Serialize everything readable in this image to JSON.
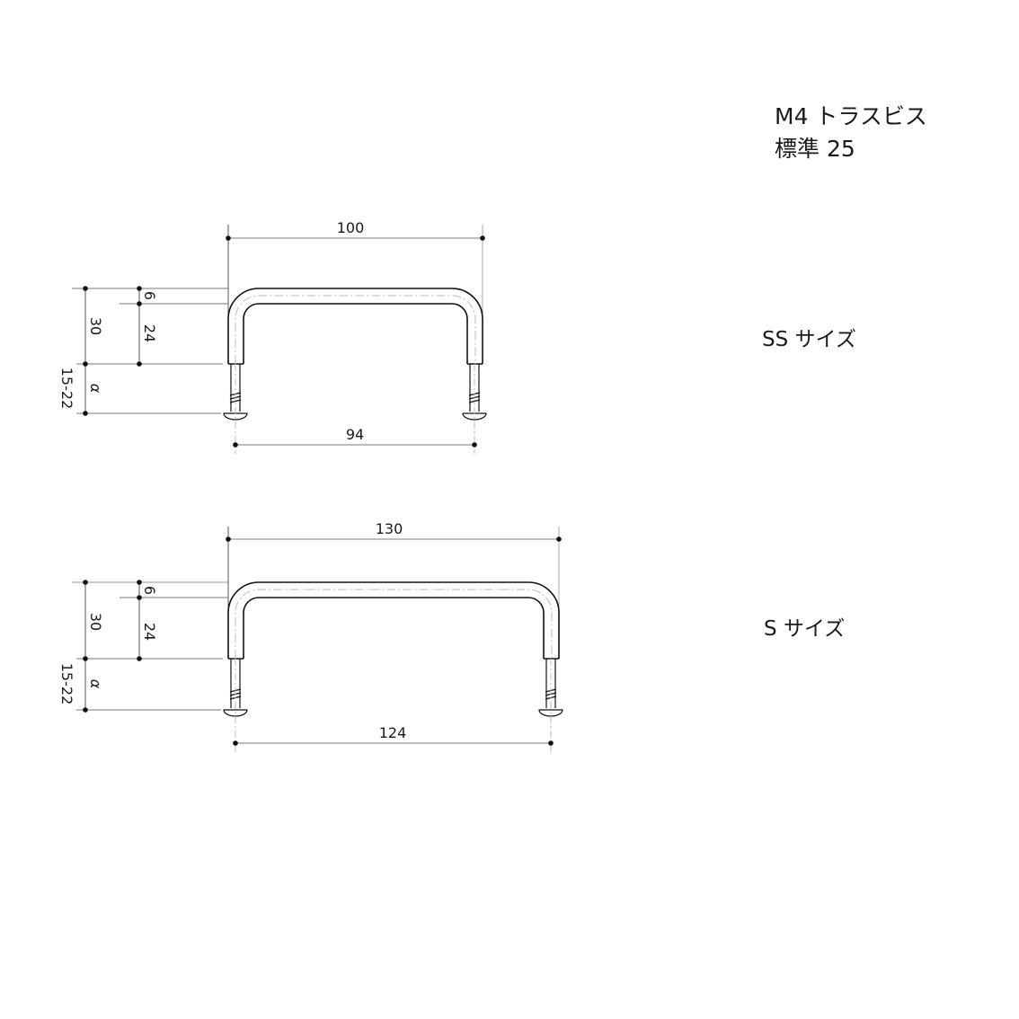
{
  "spec": {
    "screw": "M4 トラスビス",
    "standard": "標準 25"
  },
  "drawings": [
    {
      "label": "SS サイズ",
      "overall_width": "100",
      "pitch": "94",
      "height_total": "30",
      "thickness": "6",
      "inner_height": "24",
      "screw_range": "15-22",
      "screw_symbol": "α"
    },
    {
      "label": "S サイズ",
      "overall_width": "130",
      "pitch": "124",
      "height_total": "30",
      "thickness": "6",
      "inner_height": "24",
      "screw_range": "15-22",
      "screw_symbol": "α"
    }
  ],
  "colors": {
    "line": "#1a1a1a",
    "dim_line": "#555555",
    "center_line": "#aaaaaa"
  }
}
